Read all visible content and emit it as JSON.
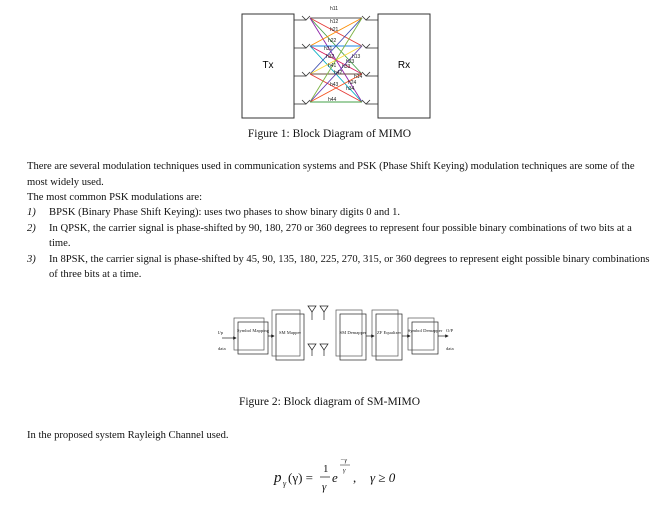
{
  "figure1": {
    "tx_label": "Tx",
    "rx_label": "Rx",
    "channel_labels": [
      "h11",
      "h12",
      "h21",
      "h22",
      "h31",
      "h32",
      "h13",
      "h23",
      "h41",
      "h33",
      "h42",
      "h14",
      "h24",
      "h43",
      "h34",
      "h44"
    ],
    "caption": "Figure 1: Block Diagram of MIMO"
  },
  "paragraph1": "There are several modulation techniques used in communication systems and PSK (Phase Shift Keying) modulation techniques are some of the most widely used.",
  "paragraph2": "The most common PSK modulations are:",
  "list": [
    {
      "num": "1)",
      "text": "BPSK (Binary Phase Shift Keying): uses two phases to show binary digits 0 and 1."
    },
    {
      "num": "2)",
      "text": "In QPSK, the carrier signal is phase-shifted by 90, 180, 270 or 360 degrees to represent four possible binary combinations of two bits at a time."
    },
    {
      "num": "3)",
      "text": "In 8PSK, the carrier signal is phase-shifted by 45, 90, 135, 180, 225, 270, 315, or 360 degrees to represent eight possible binary combinations of three bits at a time."
    }
  ],
  "figure2": {
    "input_top": "I/p",
    "input_bottom": "data",
    "block1": "Symbol Mapping",
    "block2": "SM Mapper",
    "block3": "SM Demapper",
    "block4": "ZF Equalizer",
    "block5": "Symbol Demapper",
    "output_top": "O/P",
    "output_bottom": "data",
    "caption": "Figure 2: Block diagram of SM-MIMO"
  },
  "paragraph3": "In the proposed system Rayleigh Channel used.",
  "formula": {
    "lhs": "p",
    "sub": "γ",
    "arg": "(γ) =",
    "frac_num": "1",
    "frac_den": "γ",
    "exp_base": "e",
    "exp_top": "−γ",
    "exp_bot": "γ",
    "comma": ",",
    "condition": "γ ≥ 0"
  }
}
